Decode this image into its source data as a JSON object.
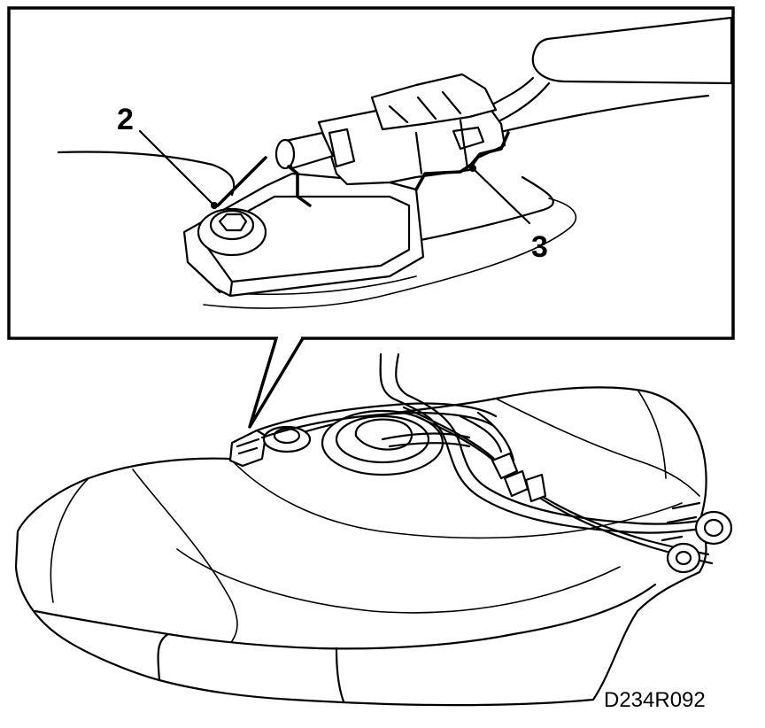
{
  "callouts": {
    "label_2": "2",
    "label_3": "3"
  },
  "figure_code": "D234R092",
  "colors": {
    "ink": "#000000",
    "paper": "#ffffff"
  }
}
